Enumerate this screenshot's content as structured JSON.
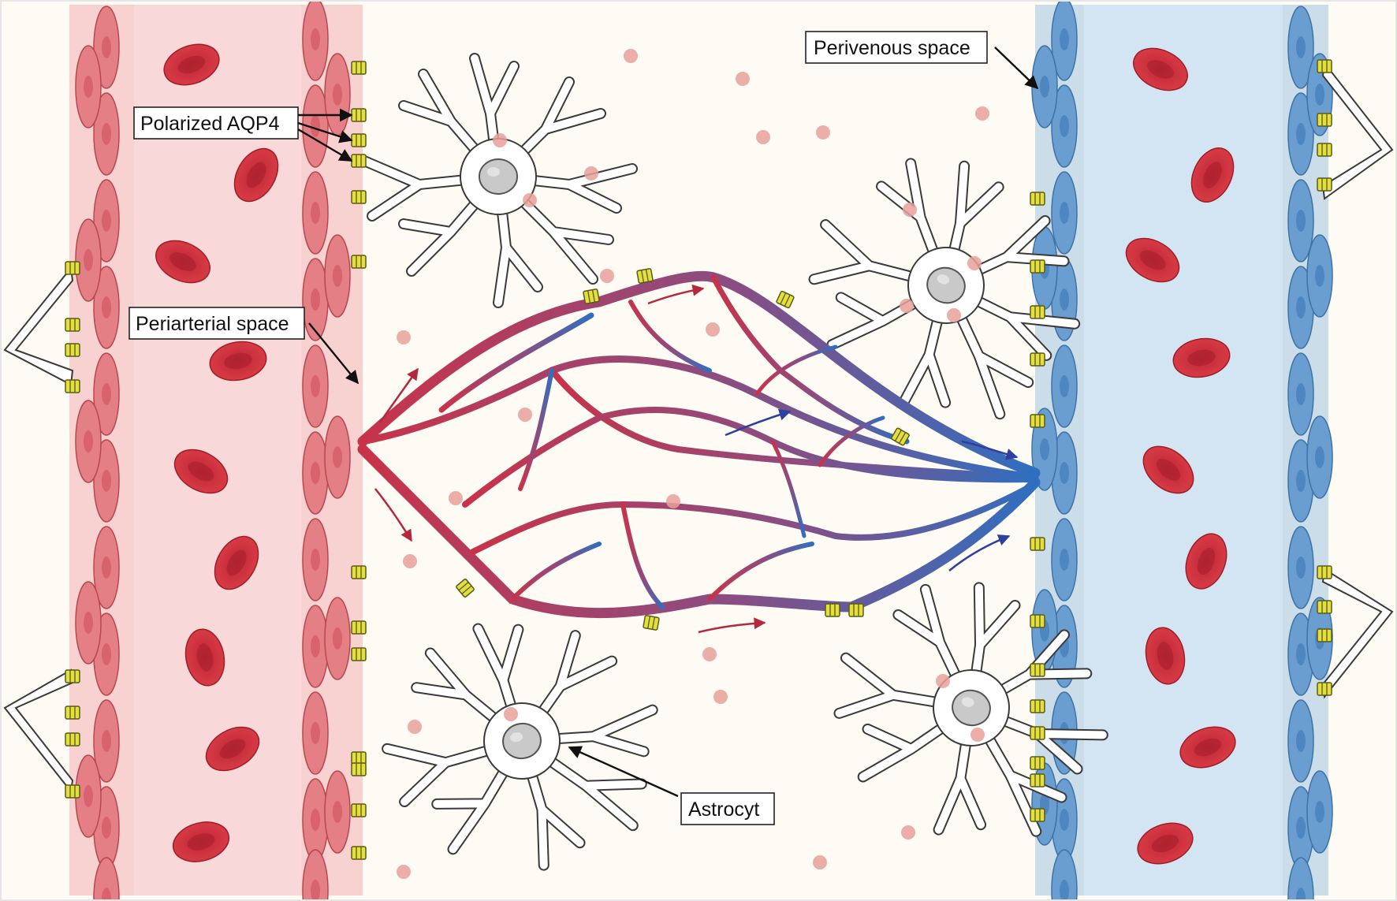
{
  "labels": {
    "polarized_aqp4": "Polarized AQP4",
    "periarterial_space": "Periarterial space",
    "perivenous_space": "Perivenous space",
    "astrocyte": "Astrocyt"
  },
  "colors": {
    "background": "#fdfbf3",
    "artery_wall": "#f4b0b4",
    "artery_lumen": "#f8d8d8",
    "artery_cell": "#e57f86",
    "red_blood_cell": "#d0353f",
    "vein_wall": "#8fb8dc",
    "vein_lumen": "#d3e4f2",
    "vein_cell": "#6a9dd0",
    "capillary_arterial_end": "#c8334a",
    "capillary_venous_end": "#2f6fc0",
    "aqp4_channel": "#e3df3f",
    "astrocyte_body": "#ffffff",
    "astrocyte_nucleus": "#c9c9c9",
    "solute_particle": "#e8a09a",
    "arterial_flow_arrow": "#b3283c",
    "venous_flow_arrow": "#2f3fa0"
  },
  "icons": {
    "aqp4": "aqp4-channel-icon",
    "flow_arrow": "flow-arrow-icon",
    "red_blood_cell": "red-blood-cell-icon",
    "astrocyte": "astrocyte-icon",
    "solute": "solute-particle-icon"
  }
}
